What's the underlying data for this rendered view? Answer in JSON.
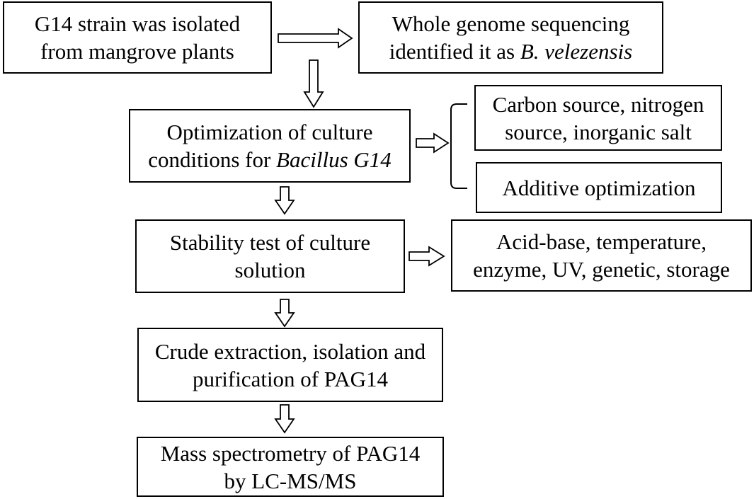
{
  "boxes": {
    "isolation": {
      "line1": "G14 strain was isolated",
      "line2": "from mangrove plants"
    },
    "sequencing": {
      "line1": "Whole genome sequencing",
      "line2_prefix": "identified it as ",
      "line2_italic": "B. velezensis"
    },
    "optimization": {
      "line1": "Optimization of culture",
      "line2_prefix": "conditions for ",
      "line2_italic": "Bacillus G14"
    },
    "nutrients": {
      "line1": "Carbon source, nitrogen",
      "line2": "source, inorganic salt"
    },
    "additive": {
      "line1": "Additive optimization"
    },
    "stability": {
      "line1": "Stability test of culture",
      "line2": "solution"
    },
    "stability_factors": {
      "line1": "Acid-base, temperature,",
      "line2": "enzyme, UV, genetic, storage"
    },
    "extraction": {
      "line1": "Crude extraction, isolation and",
      "line2": "purification of PAG14"
    },
    "mass_spec": {
      "line1": "Mass spectrometry of PAG14",
      "line2": "by LC-MS/MS"
    }
  }
}
